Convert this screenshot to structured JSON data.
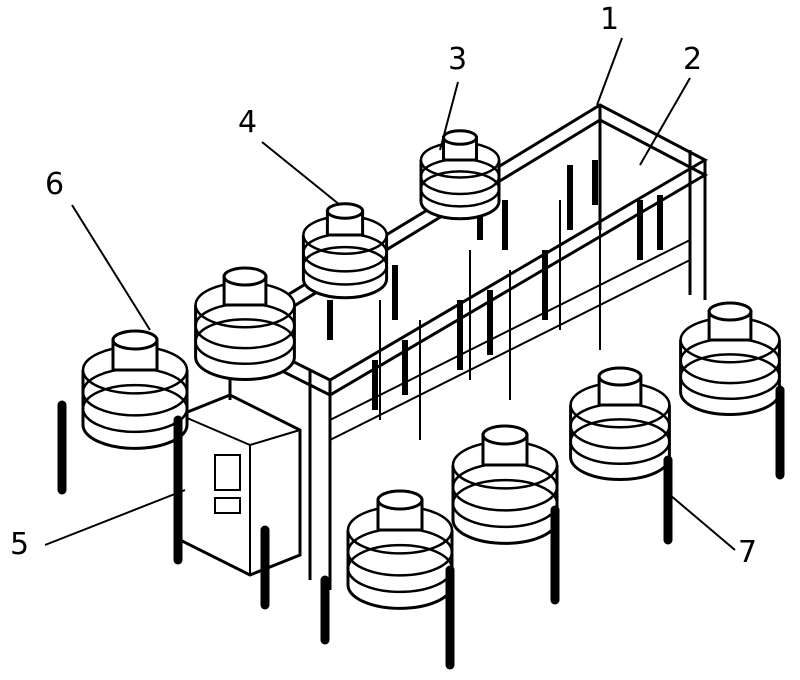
{
  "figure": {
    "labels": [
      {
        "id": "label-1",
        "text": "1"
      },
      {
        "id": "label-2",
        "text": "2"
      },
      {
        "id": "label-3",
        "text": "3"
      },
      {
        "id": "label-4",
        "text": "4"
      },
      {
        "id": "label-5",
        "text": "5"
      },
      {
        "id": "label-6",
        "text": "6"
      },
      {
        "id": "label-7",
        "text": "7"
      }
    ],
    "colors": {
      "ink": "#000000",
      "paper": "#ffffff"
    }
  }
}
